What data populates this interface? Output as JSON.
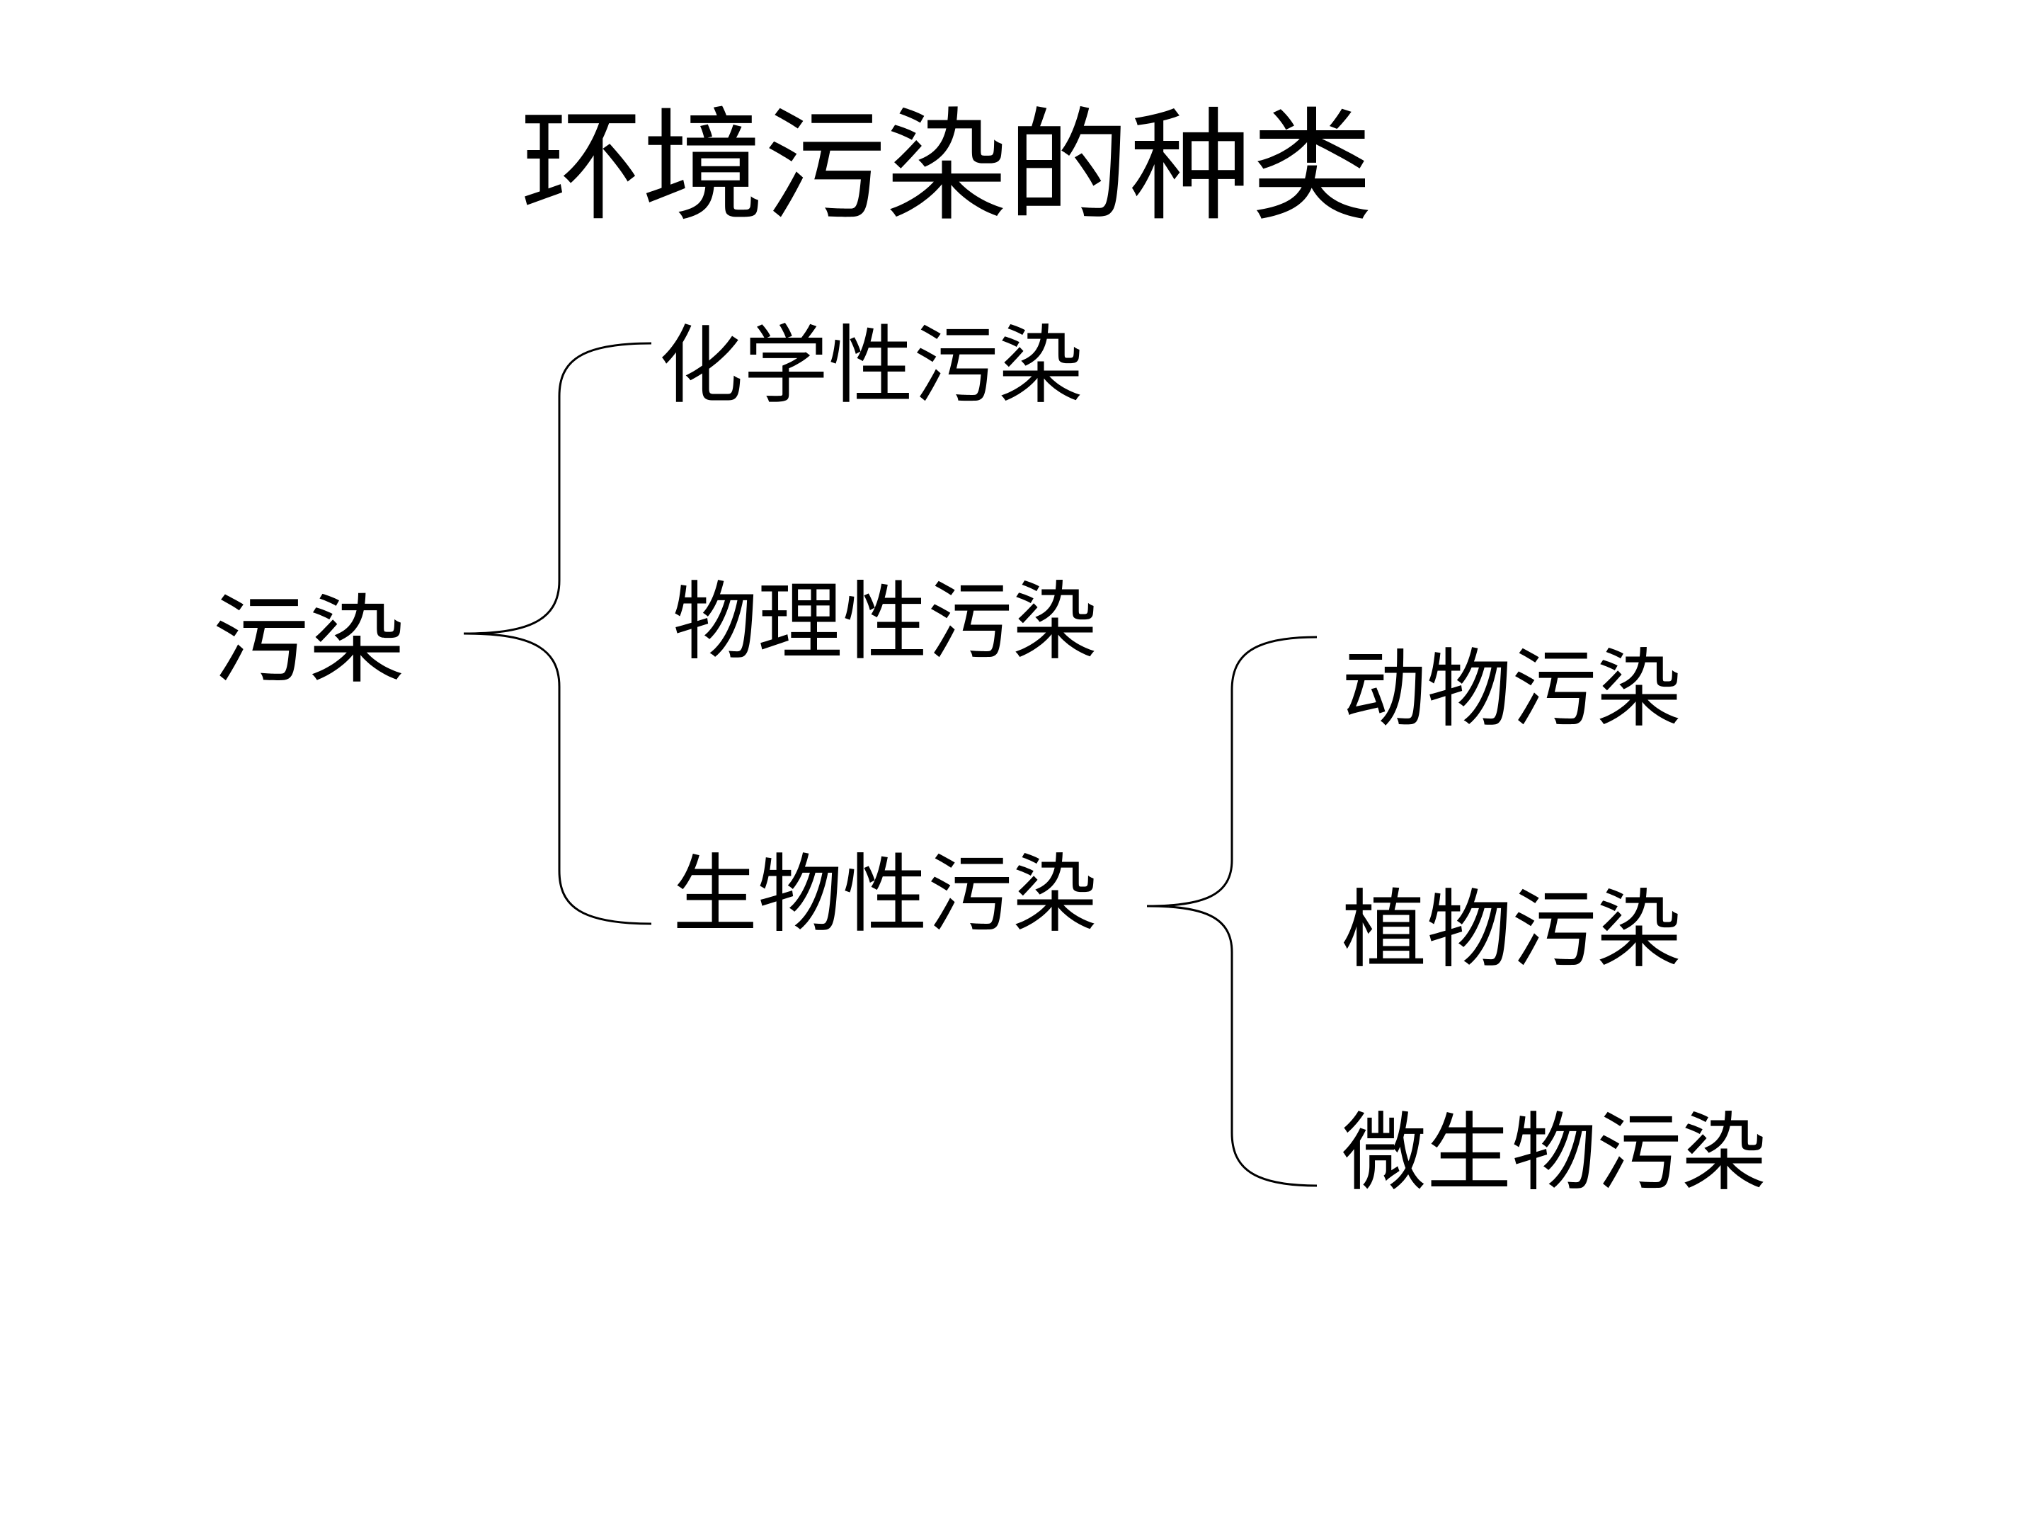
{
  "title": "环境污染的种类",
  "root": "污染",
  "categories": [
    {
      "label": "化学性污染"
    },
    {
      "label": "物理性污染"
    },
    {
      "label": "生物性污染"
    }
  ],
  "subcategories": [
    {
      "label": "动物污染"
    },
    {
      "label": "植物污染"
    },
    {
      "label": "微生物污染"
    }
  ],
  "colors": {
    "text": "#000000",
    "lines": "#000000",
    "background": "#ffffff"
  }
}
